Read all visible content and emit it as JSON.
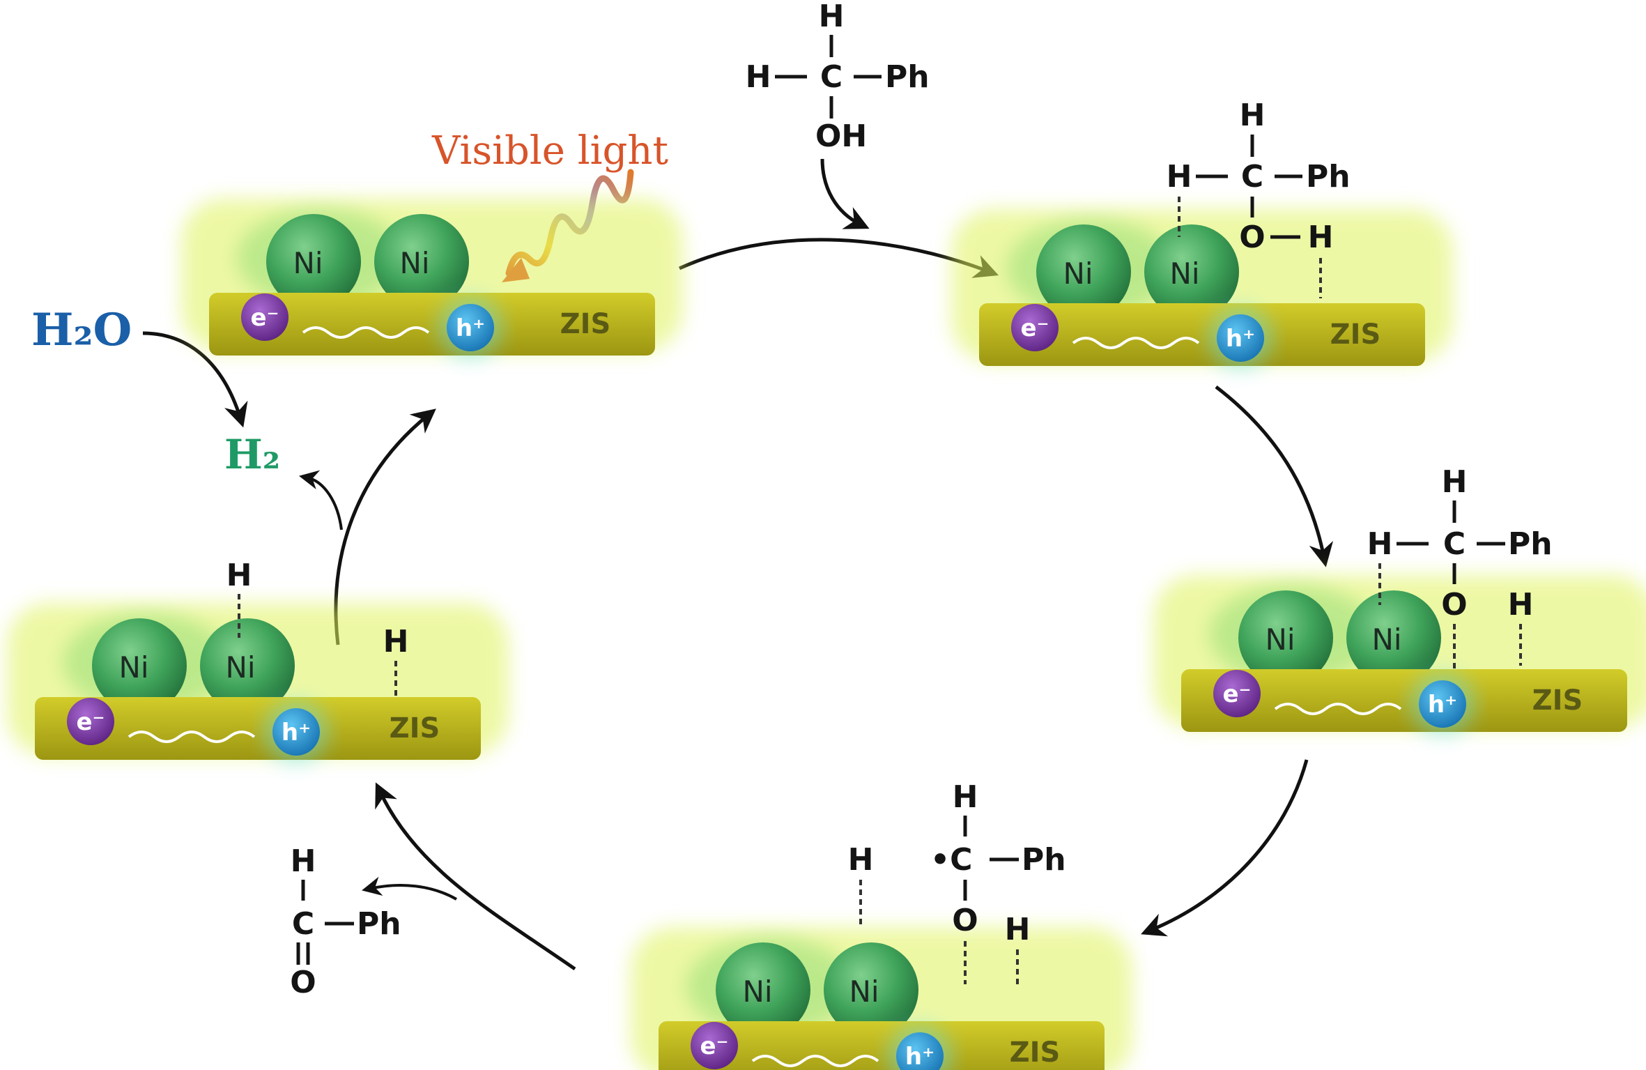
{
  "light": {
    "label": "Visible light"
  },
  "water": {
    "label": "H₂O"
  },
  "hydrogen": {
    "label": "H₂"
  },
  "catalyst": {
    "metal": "Ni",
    "support": "ZIS",
    "electron": "e⁻",
    "hole": "h⁺"
  },
  "reactant": {
    "top_h": "H",
    "left_h": "H",
    "carbon": "C",
    "phenyl": "Ph",
    "hydroxyl": "OH"
  },
  "adsorbed": {
    "top_h": "H",
    "left_h": "H",
    "carbon": "C",
    "phenyl": "Ph",
    "oxygen": "O",
    "hydroxyl_h": "H"
  },
  "dissociated": {
    "top_h": "H",
    "left_h": "H",
    "carbon": "C",
    "phenyl": "Ph",
    "oxygen": "O",
    "surface_h": "H"
  },
  "radical": {
    "ni_h": "H",
    "top_h": "H",
    "carbon": "•C",
    "phenyl": "Ph",
    "oxygen": "O",
    "surface_h": "H"
  },
  "product": {
    "top_h": "H",
    "carbon": "C",
    "phenyl": "Ph",
    "oxygen": "O"
  },
  "hydride_state": {
    "ni_h": "H",
    "zis_h": "H"
  },
  "colors": {
    "ni_sphere": "#3fa35a",
    "zis_bar": "#b4ae1a",
    "glow": "#cdf23a",
    "electron": "#7b3aa6",
    "hole": "#1e8fd0",
    "water_text": "#1a5fa8",
    "hydrogen_text": "#1f9a66",
    "light_text": "#d8542a"
  }
}
